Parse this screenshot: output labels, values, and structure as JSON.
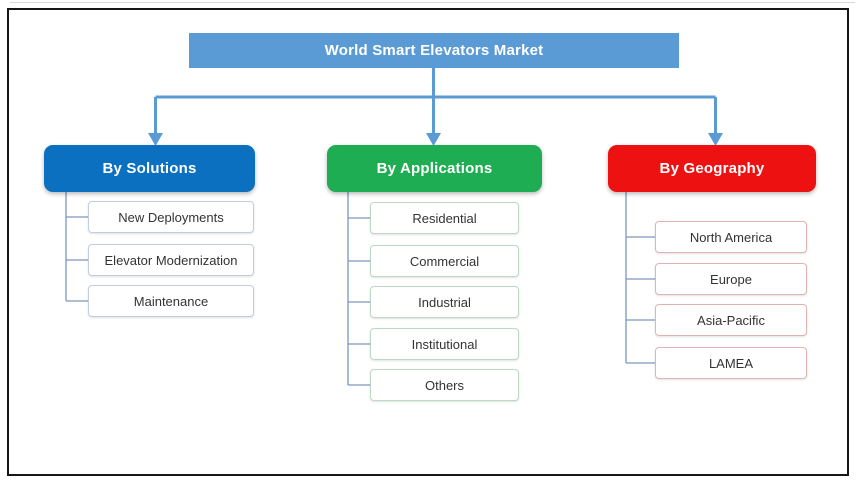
{
  "diagram": {
    "title": "World Smart Elevators Market",
    "colors": {
      "title_bg": "#5B9BD5",
      "main_connector": "#5B9BD5",
      "sub_connector": "#7D96BE",
      "solutions_bg": "#0B70C0",
      "applications_bg": "#1FAD53",
      "geography_bg": "#EE1111"
    },
    "branches": [
      {
        "label": "By Solutions",
        "items": [
          "New Deployments",
          "Elevator Modernization",
          "Maintenance"
        ]
      },
      {
        "label": "By Applications",
        "items": [
          "Residential",
          "Commercial",
          "Industrial",
          "Institutional",
          "Others"
        ]
      },
      {
        "label": "By Geography",
        "items": [
          "North America",
          "Europe",
          "Asia-Pacific",
          "LAMEA"
        ]
      }
    ]
  }
}
